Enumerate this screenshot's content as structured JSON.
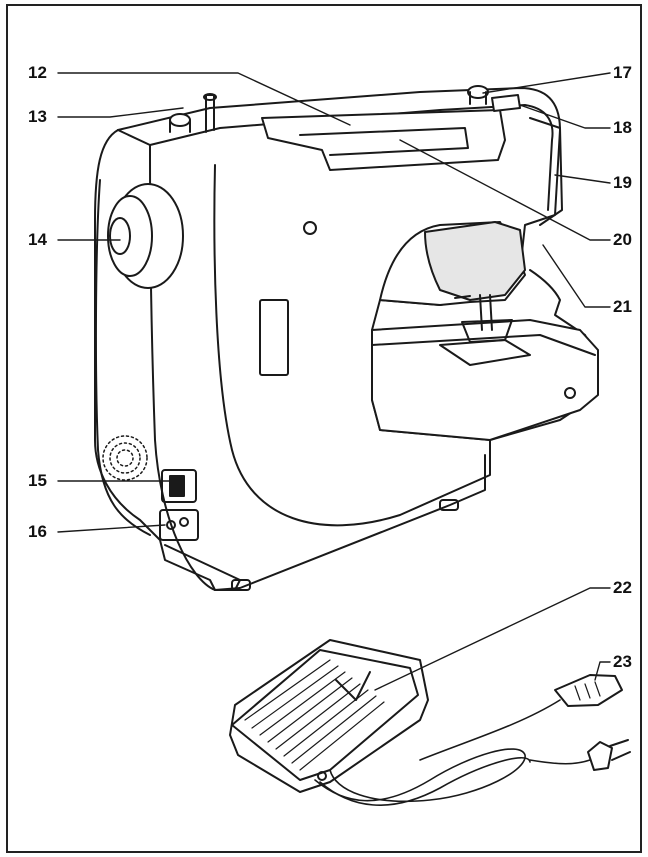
{
  "callouts": {
    "c12": "12",
    "c13": "13",
    "c14": "14",
    "c15": "15",
    "c16": "16",
    "c17": "17",
    "c18": "18",
    "c19": "19",
    "c20": "20",
    "c21": "21",
    "c22": "22",
    "c23": "23"
  },
  "colors": {
    "outline": "#1a1a1a",
    "body_fill": "#ffffff",
    "shade": "#e6e6e6"
  }
}
